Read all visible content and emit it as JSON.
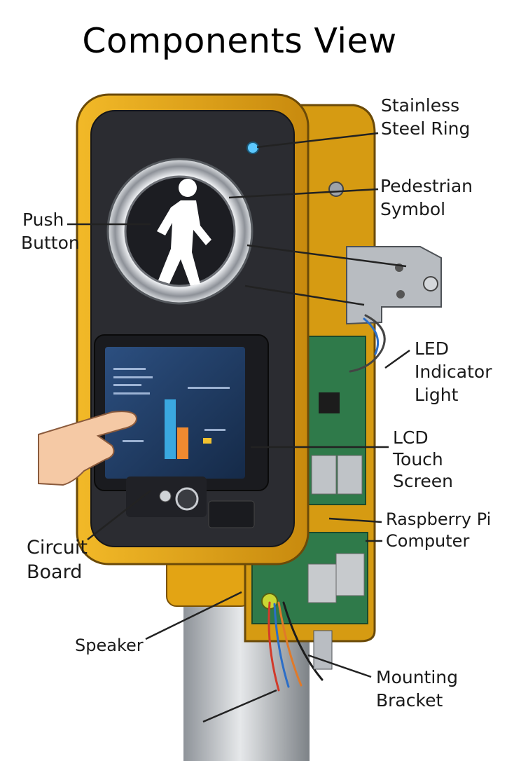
{
  "title": "Components View",
  "labels": {
    "stainless_steel_ring": [
      "Stainless",
      "Steel Ring"
    ],
    "pedestrian_symbol": [
      "Pedestrian",
      "Symbol"
    ],
    "push_button": [
      "Push",
      "Button"
    ],
    "led_indicator_light": [
      "LED",
      "Indicator",
      "Light"
    ],
    "lcd_touch_screen": [
      "LCD",
      "Touch",
      "Screen"
    ],
    "raspberry_pi_computer": [
      "Raspberry Pi",
      "Computer"
    ],
    "circuit_board": [
      "Circuit",
      "Board"
    ],
    "speaker": [
      "Speaker"
    ],
    "mounting_bracket": [
      "Mounting",
      "Bracket"
    ]
  },
  "colors": {
    "housing": "#e8a816",
    "housing_dark": "#b77d0c",
    "faceplate": "#2b2c31",
    "ring": "#c9ccd1",
    "led": "#5cc8ff",
    "pcb": "#2f7a4a",
    "screen": "#1f3b63",
    "bar_blue": "#3aa8e0",
    "bar_orange": "#f08a30"
  },
  "icons": [
    "pedestrian-icon",
    "hand-icon",
    "speaker-icon",
    "usb-port-icon"
  ]
}
